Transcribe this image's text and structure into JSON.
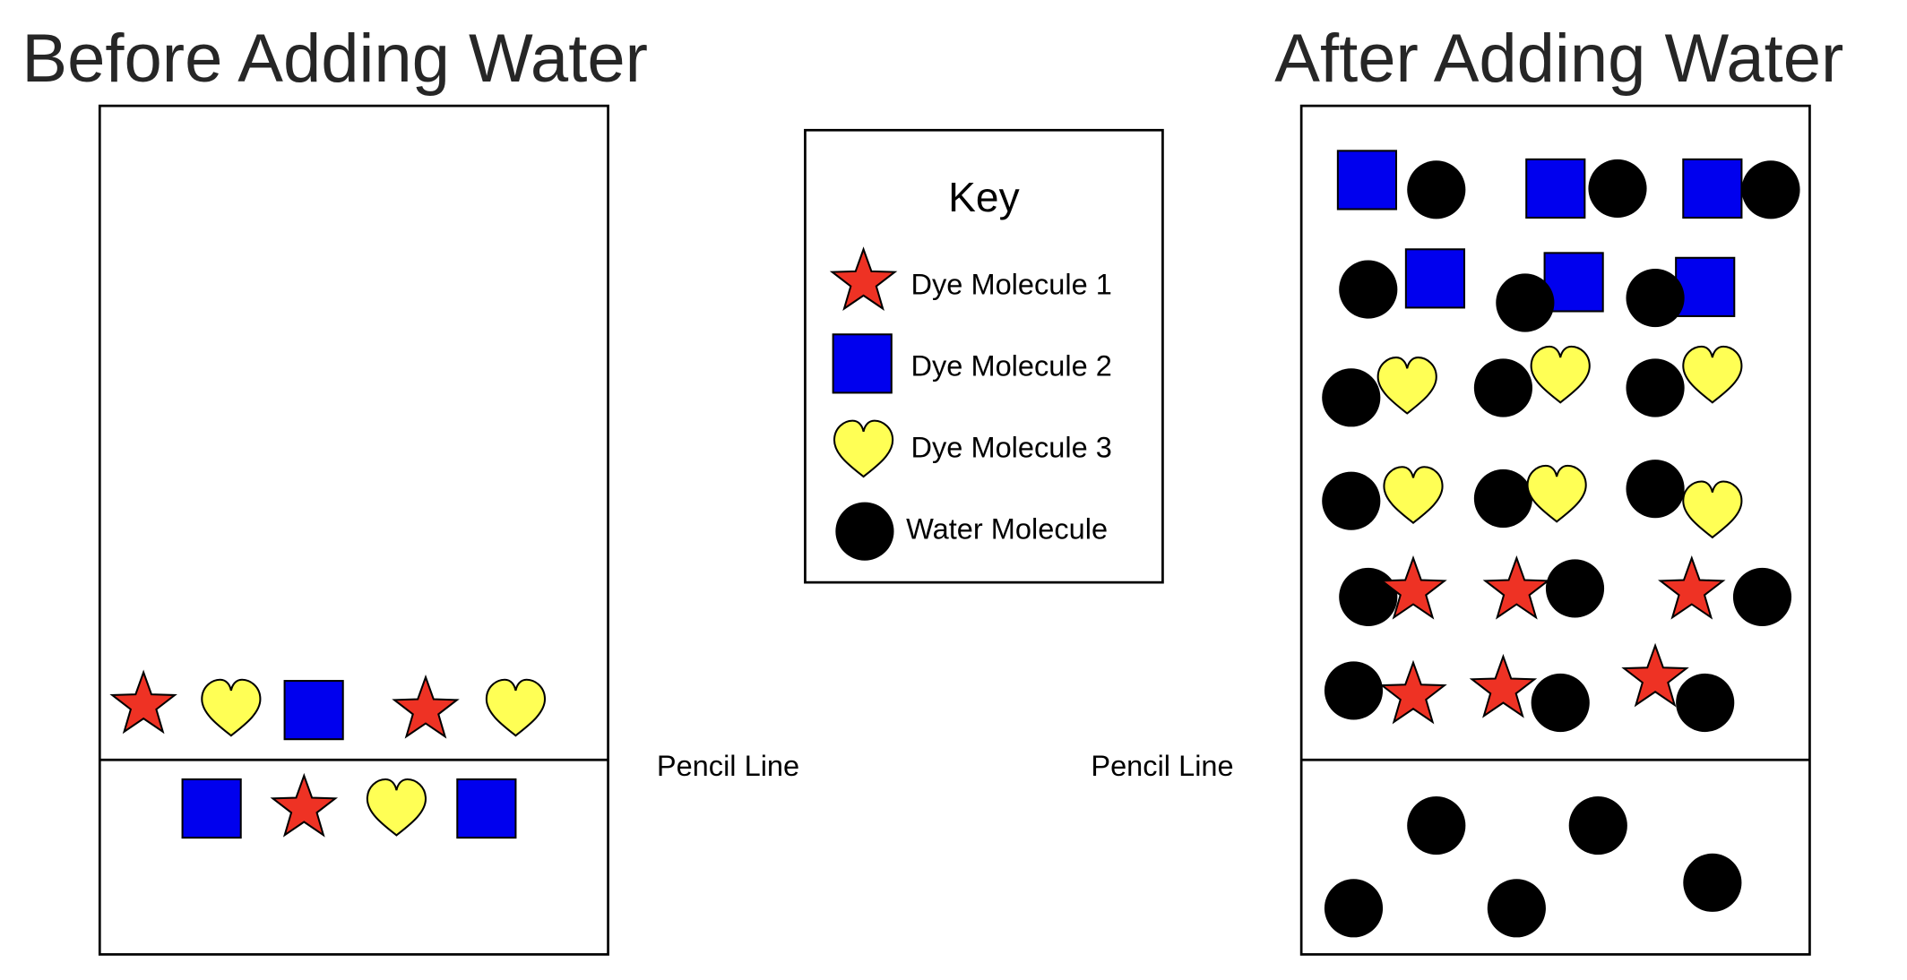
{
  "titles": {
    "before": "Before Adding Water",
    "after": "After Adding Water"
  },
  "key": {
    "title": "Key",
    "items": [
      {
        "label": "Dye Molecule 1",
        "shape": "star",
        "color": "#ee3224"
      },
      {
        "label": "Dye Molecule 2",
        "shape": "square",
        "color": "#0000ee"
      },
      {
        "label": "Dye Molecule 3",
        "shape": "heart",
        "color": "#ffff55"
      },
      {
        "label": "Water Molecule",
        "shape": "circle",
        "color": "#000000"
      }
    ]
  },
  "pencil_line_label": "Pencil Line"
}
